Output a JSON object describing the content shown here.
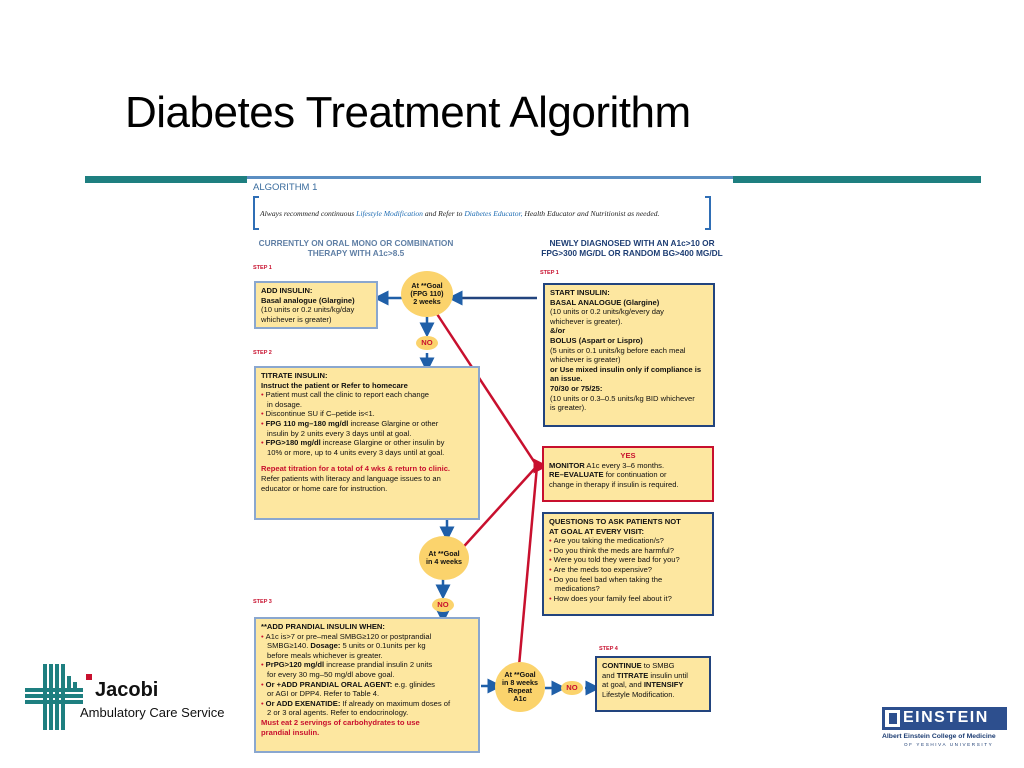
{
  "slide": {
    "title": "Diabetes Treatment Algorithm"
  },
  "algorithm": {
    "header": "ALGORITHM 1",
    "note": {
      "prefix": "Always recommend continuous ",
      "lifestyle": "Lifestyle Modification",
      "mid": " and Refer to ",
      "educator": "Diabetes Educator,",
      "suffix": " Health Educator and Nutritionist as needed."
    },
    "left_heading_1": "CURRENTLY ON ORAL MONO OR COMBINATION",
    "left_heading_2": "THERAPY WITH A1c>8.5",
    "right_heading_1": "NEWLY DIAGNOSED WITH AN A1c>10 OR",
    "right_heading_2": "FPG>300 MG/DL OR RANDOM BG>400 MG/DL",
    "step1_left": "STEP 1",
    "step1_right": "STEP 1",
    "step2": "STEP 2",
    "step3": "STEP 3",
    "step4": "STEP 4",
    "add_insulin": {
      "title": "ADD INSULIN:",
      "l1": "Basal analogue (Glargine)",
      "l2": "(10 units or 0.2 units/kg/day",
      "l3": "whichever is greater)"
    },
    "start_insulin": {
      "title": "START INSULIN:",
      "l1": "BASAL ANALOGUE (Glargine)",
      "l2": "(10 units or 0.2 units/kg/every day",
      "l3": "whichever is greater).",
      "l4": "&/or",
      "l5": "BOLUS (Aspart or Lispro)",
      "l6": "(5 units or 0.1 units/kg before each meal",
      "l7": "whichever is greater)",
      "l8": "or Use mixed insulin only if compliance is",
      "l9": "an issue.",
      "l10": "70/30 or 75/25:",
      "l11": "(10 units or 0.3–0.5 units/kg BID whichever",
      "l12": "is greater)."
    },
    "goal1": {
      "l1": "At **Goal",
      "l2": "(FPG 110)",
      "l3": "2 weeks"
    },
    "goal2": {
      "l1": "At **Goal",
      "l2": "in 4 weeks"
    },
    "goal3": {
      "l1": "At **Goal",
      "l2": "in 8 weeks",
      "l3": "Repeat",
      "l4": "A1c"
    },
    "no_label": "NO",
    "titrate": {
      "title": "TITRATE INSULIN:",
      "sub": "Instruct the patient or Refer to homecare",
      "b1a": "Patient must call the clinic to report each change",
      "b1b": "in dosage.",
      "b2": "Discontinue SU if C–petide is<1.",
      "b3a_bold": "FPG 110 mg–180 mg/dl",
      "b3a": " increase Glargine or other",
      "b3b": "insulin by 2 units every 3 days until at goal.",
      "b4a_bold": "FPG>180 mg/dl",
      "b4a": " increase Glargine or other insulin by",
      "b4b": "10% or more, up to 4 units every 3 days until at goal.",
      "repeat": "Repeat titration for a total of 4 wks & return to clinic.",
      "refer1": "Refer patients with literacy and language issues to an",
      "refer2": "educator or home care for instruction."
    },
    "yes_box": {
      "yes": "YES",
      "monitor_bold": "MONITOR",
      "monitor": " A1c every 3–6 months.",
      "reeval_bold": "RE–EVALUATE",
      "reeval": " for continuation or",
      "reeval2": "change in therapy if insulin is required."
    },
    "questions": {
      "title1": "QUESTIONS TO ASK PATIENTS NOT",
      "title2": "AT GOAL AT EVERY VISIT:",
      "q1": "Are you taking the medication/s?",
      "q2": "Do you think the meds are harmful?",
      "q3": "Were you told they were bad for you?",
      "q4": "Are the meds too expensive?",
      "q5a": "Do you feel bad when taking the",
      "q5b": "medications?",
      "q6": "How does your family feel about it?"
    },
    "prandial": {
      "title": "**ADD PRANDIAL INSULIN WHEN:",
      "b1a": "A1c is>7 or pre–meal SMBG≥120 or postprandial",
      "b1b": "SMBG≥140. ",
      "b1b_bold": "Dosage:",
      "b1b_rest": " 5 units or 0.1units per kg",
      "b1c": "before meals whichever is greater.",
      "b2a_bold": "PrPG>120 mg/dl",
      "b2a": " increase prandial insulin 2 units",
      "b2b": "for every 30 mg–50 mg/dl above goal.",
      "b3a_bold": "Or +ADD PRANDIAL ORAL AGENT:",
      "b3a": " e.g. glinides",
      "b3b": "or AGI or DPP4. Refer to Table 4.",
      "b4a_bold": "Or ADD EXENATIDE:",
      "b4a": " If already on maximum doses of",
      "b4b": "2 or 3 oral agents. Refer to endocrinology.",
      "carb1": "Must eat 2 servings of carbohydrates to use",
      "carb2": "prandial insulin."
    },
    "continue_box": {
      "c1_bold": "CONTINUE",
      "c1": " to SMBG",
      "c2a": "and ",
      "c2_bold": "TITRATE",
      "c2": " insulin until",
      "c3a": "at goal, and ",
      "c3_bold": "INTENSIFY",
      "c4": "Lifestyle Modification."
    }
  },
  "logos": {
    "jacobi_name": "Jacobi",
    "jacobi_sub": "Ambulatory Care Service",
    "einstein_name": "EINSTEIN",
    "einstein_sub": "Albert Einstein College of Medicine",
    "einstein_sub2": "OF YESHIVA UNIVERSITY"
  },
  "colors": {
    "teal_rule": "#1e7f80",
    "box_fill": "#fde7a0",
    "circle_fill": "#fbd36c",
    "accent_red": "#c8102e",
    "dark_blue": "#22447e",
    "arrow_blue": "#1f5fa8"
  }
}
